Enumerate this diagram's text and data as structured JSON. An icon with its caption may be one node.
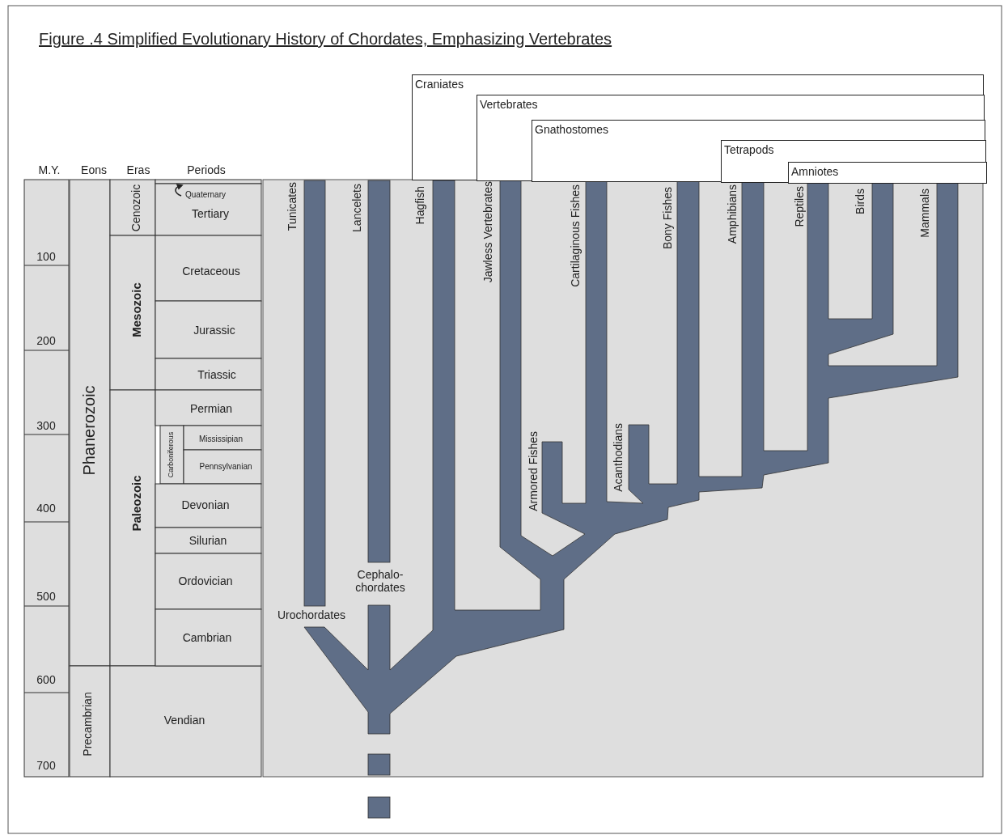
{
  "diagram": {
    "title": "Figure .4 Simplified Evolutionary History of Chordates, Emphasizing Vertebrates",
    "nodes": [
      {
        "text": [
          "Craniates"
        ]
      },
      {
        "text": [
          "Vertebrates"
        ],
        "in": 0
      },
      {
        "text": [
          "Gnathostomes"
        ],
        "in": 1
      },
      {
        "text": [
          "Tetrapods"
        ],
        "in": 2
      },
      {
        "text": [
          "Amniotes"
        ],
        "in": 3
      }
    ],
    "labels": [
      "M.Y.",
      "Eons",
      "Eras",
      "Periods",
      "100",
      "200",
      "300",
      "400",
      "500",
      "600",
      "700",
      "Phanerozoic",
      "Precambrian",
      "Cenozoic",
      "Mesozoic",
      "Paleozoic",
      "Quaternary",
      "Tertiary",
      "Cretaceous",
      "Jurassic",
      "Triassic",
      "Permian",
      "Carboniferous",
      "Mississipian",
      "Pennsylvanian",
      "Devonian",
      "Silurian",
      "Ordovician",
      "Cambrian",
      "Vendian",
      "Tunicates",
      "Lancelets",
      "Hagfish",
      "Jawless Vertebrates",
      "Cartilaginous Fishes",
      "Bony Fishes",
      "Amphibians",
      "Reptiles",
      "Birds",
      "Mammals",
      "Armored Fishes",
      "Acanthodians",
      "Cephalo- chordates",
      "Urochordates"
    ]
  }
}
